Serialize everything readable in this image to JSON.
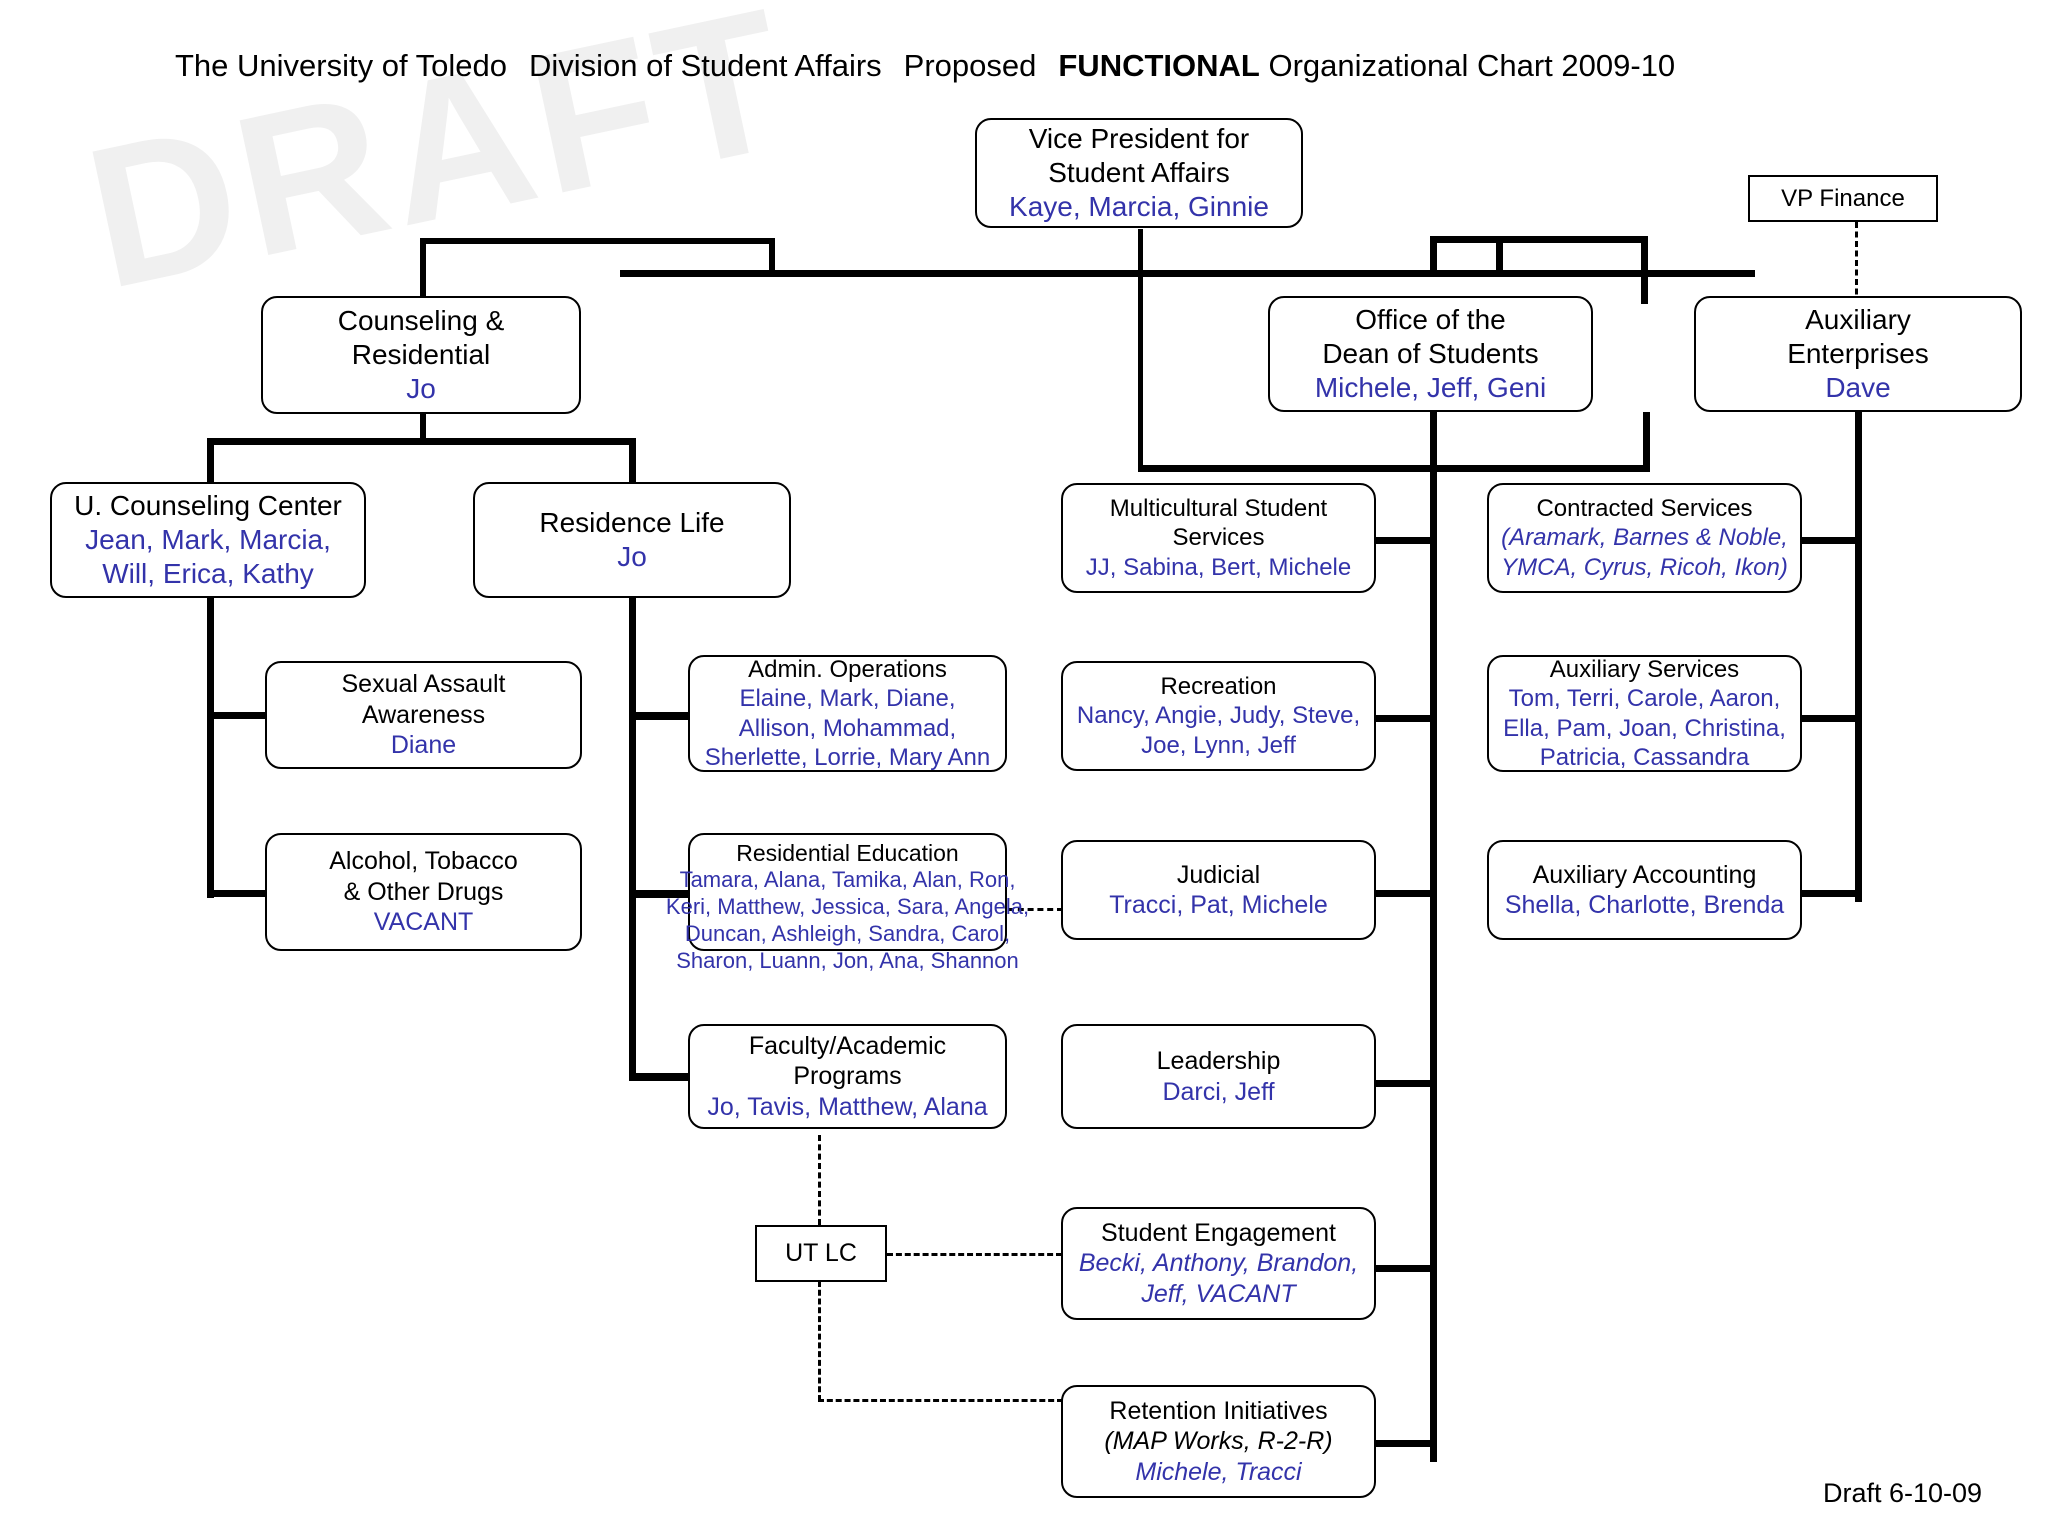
{
  "title": {
    "part1": "The University of Toledo",
    "part2": "Division of Student Affairs",
    "part3": "Proposed",
    "part4": "FUNCTIONAL",
    "part5": "Organizational Chart 2009-10"
  },
  "watermark": "DRAFT",
  "footer": "Draft 6-10-09",
  "colors": {
    "people_text": "#3333aa",
    "title_text": "#000000",
    "connector": "#000000",
    "connector_gray": "#8d8d8d"
  },
  "nodes": {
    "vp_student_affairs": {
      "line1": "Vice President for",
      "line2": "Student Affairs",
      "people": "Kaye, Marcia, Ginnie"
    },
    "vp_finance": {
      "line1": "VP Finance"
    },
    "counseling_residential": {
      "line1": "Counseling & Residential",
      "people": "Jo"
    },
    "dean_of_students": {
      "line1": "Office of the",
      "line2": "Dean of Students",
      "people": "Michele, Jeff, Geni"
    },
    "auxiliary_enterprises": {
      "line1": "Auxiliary",
      "line2": "Enterprises",
      "people": "Dave"
    },
    "counseling_center": {
      "line1": "U. Counseling Center",
      "people1": "Jean, Mark, Marcia,",
      "people2": "Will, Erica, Kathy"
    },
    "residence_life": {
      "line1": "Residence Life",
      "people": "Jo"
    },
    "multicultural": {
      "line1": "Multicultural Student",
      "line2": "Services",
      "people": "JJ, Sabina, Bert, Michele"
    },
    "contracted_services": {
      "line1": "Contracted Services",
      "people1": "(Aramark, Barnes & Noble,",
      "people2": "YMCA, Cyrus, Ricoh, Ikon)"
    },
    "sexual_assault": {
      "line1": "Sexual Assault",
      "line2": "Awareness",
      "people": "Diane"
    },
    "admin_operations": {
      "line1": "Admin. Operations",
      "people1": "Elaine, Mark, Diane,",
      "people2": "Allison, Mohammad,",
      "people3": "Sherlette, Lorrie, Mary Ann"
    },
    "recreation": {
      "line1": "Recreation",
      "people1": "Nancy, Angie, Judy, Steve,",
      "people2": "Joe, Lynn, Jeff"
    },
    "auxiliary_services": {
      "line1": "Auxiliary Services",
      "people1": "Tom, Terri, Carole, Aaron,",
      "people2": "Ella, Pam, Joan, Christina,",
      "people3": "Patricia, Cassandra"
    },
    "alcohol_tobacco": {
      "line1": "Alcohol, Tobacco",
      "line2": "& Other Drugs",
      "people": "VACANT"
    },
    "residential_education": {
      "line1": "Residential Education",
      "people1": "Tamara, Alana, Tamika, Alan, Ron,",
      "people2": "Keri, Matthew, Jessica, Sara, Angela,",
      "people3": "Duncan, Ashleigh, Sandra, Carol,",
      "people4": "Sharon, Luann, Jon, Ana, Shannon"
    },
    "judicial": {
      "line1": "Judicial",
      "people": "Tracci, Pat, Michele"
    },
    "auxiliary_accounting": {
      "line1": "Auxiliary Accounting",
      "people": "Shella, Charlotte, Brenda"
    },
    "faculty_academic": {
      "line1": "Faculty/Academic Programs",
      "people": "Jo, Tavis, Matthew, Alana"
    },
    "leadership": {
      "line1": "Leadership",
      "people": "Darci, Jeff"
    },
    "ut_lc": {
      "line1": "UT LC"
    },
    "student_engagement": {
      "line1": "Student Engagement",
      "people1": "Becki, Anthony, Brandon,",
      "people2": "Jeff, VACANT"
    },
    "retention_initiatives": {
      "line1": "Retention Initiatives",
      "line2": "(MAP Works, R-2-R)",
      "people": "Michele, Tracci"
    }
  }
}
